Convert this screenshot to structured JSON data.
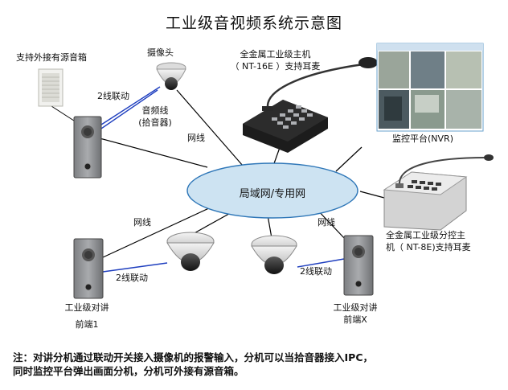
{
  "title": "工业级音视频系统示意图",
  "labels": {
    "speaker": "支持外接有源音箱",
    "camera_top": "摄像头",
    "link_2wire_top": "2线联动",
    "audio_line": "音频线",
    "pickup": "(拾音器)",
    "host_main_line1": "全金属工业级主机",
    "host_main_line2": "（ NT-16E ）支持耳麦",
    "nvr": "监控平台(NVR)",
    "net_cable_top": "网线",
    "lan": "局域网/专用网",
    "net_cable_left": "网线",
    "net_cable_right": "网线",
    "host_sub_line1": "全金属工业级分控主",
    "host_sub_line2": "机（ NT-8E)支持耳麦",
    "link_2wire_left": "2线联动",
    "link_2wire_right": "2线联动",
    "intercom_1_line1": "工业级对讲",
    "intercom_1_line2": "前端1",
    "intercom_x_line1": "工业级对讲",
    "intercom_x_line2": "前端X"
  },
  "note": {
    "line1": "注：对讲分机通过联动开关接入摄像机的报警输入，分机可以当拾音器接入IPC，",
    "line2": "同时监控平台弹出画面分机，分机可外接有源音箱。"
  }
}
